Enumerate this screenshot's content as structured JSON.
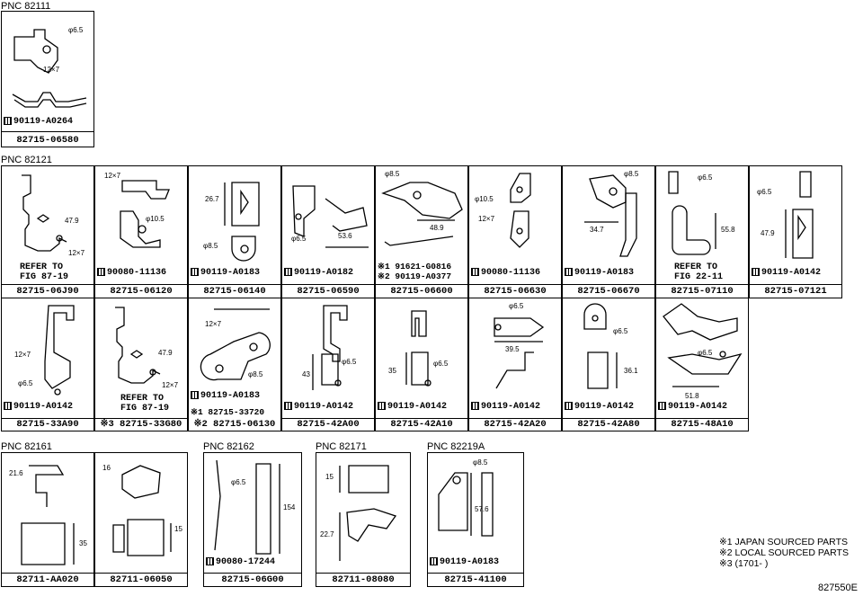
{
  "groups": [
    {
      "pnc": "PNC 82111",
      "cells": [
        {
          "part": "82715-06580",
          "bolt": "90119-A0264",
          "dims": [
            "φ6.5",
            "12×7"
          ]
        }
      ]
    },
    {
      "pnc": "PNC 82121",
      "cells": [
        {
          "part": "82715-06J90",
          "refer": "REFER TO\nFIG 87-19",
          "dims": [
            "47.9",
            "12×7"
          ]
        },
        {
          "part": "82715-06120",
          "bolt": "90080-11136",
          "dims": [
            "12×7",
            "φ10.5"
          ]
        },
        {
          "part": "82715-06140",
          "bolt": "90119-A0183",
          "dims": [
            "26.7",
            "φ8.5"
          ]
        },
        {
          "part": "82715-06590",
          "bolt": "90119-A0182",
          "dims": [
            "φ6.5",
            "53.6"
          ]
        },
        {
          "part": "82715-06600",
          "alts": [
            "※1 91621-G0816",
            "※2 90119-A0377"
          ],
          "dims": [
            "φ8.5",
            "48.9"
          ]
        },
        {
          "part": "82715-06630",
          "bolt": "90080-11136",
          "dims": [
            "φ10.5",
            "12×7"
          ]
        },
        {
          "part": "82715-06670",
          "bolt": "90119-A0183",
          "dims": [
            "φ8.5",
            "34.7"
          ]
        },
        {
          "part": "82715-07110",
          "refer": "REFER TO\nFIG 22-11",
          "dims": [
            "φ6.5",
            "55.8"
          ]
        },
        {
          "part": "82715-07121",
          "bolt": "90119-A0142",
          "dims": [
            "φ6.5",
            "47.9"
          ]
        }
      ]
    },
    {
      "pnc": "",
      "cells": [
        {
          "part": "82715-33A90",
          "bolt": "90119-A0142",
          "dims": [
            "12×7",
            "φ6.5"
          ]
        },
        {
          "part": "※3 82715-33G80",
          "refer": "REFER TO\nFIG 87-19",
          "dims": [
            "47.9",
            "12×7"
          ]
        },
        {
          "part": "※2 82715-06130",
          "bolt": "90119-A0183",
          "alts": [
            "※1 82715-33720"
          ],
          "dims": [
            "12×7",
            "φ8.5"
          ]
        },
        {
          "part": "82715-42A00",
          "bolt": "90119-A0142",
          "dims": [
            "43",
            "φ6.5"
          ]
        },
        {
          "part": "82715-42A10",
          "bolt": "90119-A0142",
          "dims": [
            "35",
            "φ6.5"
          ]
        },
        {
          "part": "82715-42A20",
          "bolt": "90119-A0142",
          "dims": [
            "φ6.5",
            "39.5"
          ]
        },
        {
          "part": "82715-42A80",
          "bolt": "90119-A0142",
          "dims": [
            "φ6.5",
            "36.1"
          ]
        },
        {
          "part": "82715-48A10",
          "bolt": "90119-A0142",
          "dims": [
            "φ6.5",
            "51.8"
          ]
        }
      ]
    },
    {
      "pnc": "PNC 82161",
      "cells": [
        {
          "part": "82711-AA020",
          "dims": [
            "21.6",
            "35"
          ]
        },
        {
          "part": "82711-06050",
          "dims": [
            "16",
            "15"
          ]
        }
      ]
    },
    {
      "pnc": "PNC 82162",
      "cells": [
        {
          "part": "82715-06G00",
          "bolt": "90080-17244",
          "dims": [
            "φ6.5",
            "154"
          ]
        }
      ]
    },
    {
      "pnc": "PNC 82171",
      "cells": [
        {
          "part": "82711-08080",
          "dims": [
            "15",
            "22.7"
          ]
        }
      ]
    },
    {
      "pnc": "PNC 82219A",
      "cells": [
        {
          "part": "82715-41100",
          "bolt": "90119-A0183",
          "dims": [
            "φ8.5",
            "57.6"
          ]
        }
      ]
    }
  ],
  "legend": [
    "※1 JAPAN SOURCED PARTS",
    "※2 LOCAL SOURCED PARTS",
    "※3 (1701-     )"
  ],
  "figure_code": "827550E"
}
